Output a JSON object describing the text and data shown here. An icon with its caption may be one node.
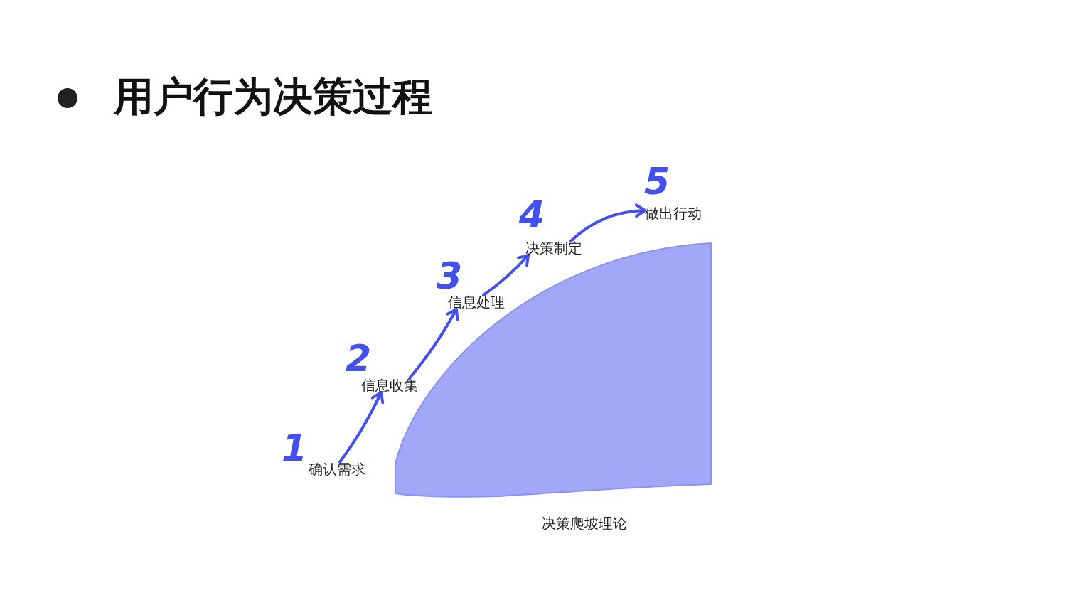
{
  "diagram": {
    "title": "用户行为决策过程",
    "nodes": [
      {
        "text": [
          "确认需求"
        ],
        "beside": [
          "1"
        ]
      },
      {
        "text": [
          "信息收集"
        ],
        "beside": [
          "2"
        ]
      },
      {
        "text": [
          "信息处理"
        ],
        "beside": [
          "3"
        ]
      },
      {
        "text": [
          "决策制定"
        ],
        "beside": [
          "4"
        ]
      },
      {
        "text": [
          "做出行动"
        ],
        "beside": [
          "5"
        ]
      }
    ],
    "edges": [
      {
        "from": 0,
        "to": 1,
        "arrow": "to"
      },
      {
        "from": 1,
        "to": 2,
        "arrow": "to"
      },
      {
        "from": 2,
        "to": 3,
        "arrow": "to"
      },
      {
        "from": 3,
        "to": 4,
        "arrow": "to"
      }
    ],
    "caption": "决策爬坡理论"
  }
}
